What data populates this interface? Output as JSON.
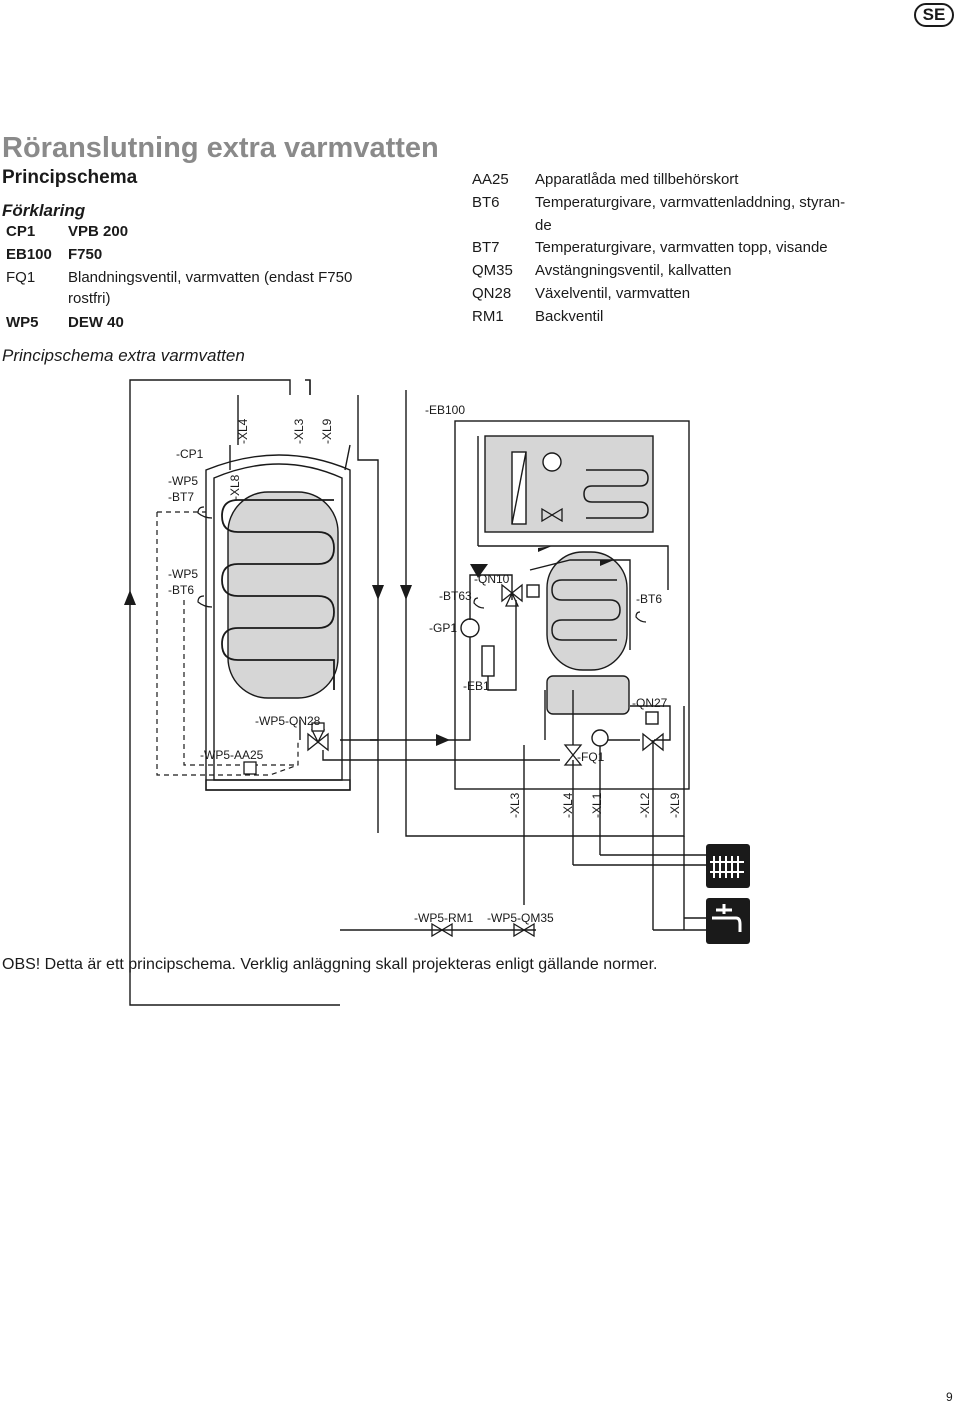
{
  "header": {
    "lang_badge": "SE"
  },
  "title": "Röranslutning extra varmvatten",
  "subtitle": "Principschema",
  "legend": {
    "title": "Förklaring",
    "items": [
      {
        "key": "CP1",
        "value": "VPB 200"
      },
      {
        "key": "EB100",
        "value": "F750"
      },
      {
        "key": "FQ1",
        "value": "Blandningsventil, varmvatten (endast F750",
        "value_line2": "rostfri)"
      },
      {
        "key": "WP5",
        "value": "DEW 40"
      }
    ],
    "items_right": [
      {
        "key": "AA25",
        "value": "Apparatlåda med tillbehörskort"
      },
      {
        "key": "BT6",
        "value": "Temperaturgivare, varmvattenladdning, styran-",
        "value_line2": "de"
      },
      {
        "key": "BT7",
        "value": "Temperaturgivare, varmvatten topp, visande"
      },
      {
        "key": "QM35",
        "value": "Avstängningsventil, kallvatten"
      },
      {
        "key": "QN28",
        "value": "Växelventil, varmvatten"
      },
      {
        "key": "RM1",
        "value": "Backventil"
      }
    ]
  },
  "diagram": {
    "title": "Principschema extra varmvatten",
    "labels": {
      "cp1": "-CP1",
      "xl4_top": "-XL4",
      "xl3_top": "-XL3",
      "xl9_top": "-XL9",
      "xl8": "-XL8",
      "wp5": "-WP5",
      "bt7": "-BT7",
      "wp5_b": "-WP5",
      "bt6_left": "-BT6",
      "wp5_qn28": "-WP5-QN28",
      "wp5_aa25": "-WP5-AA25",
      "eb100": "-EB100",
      "qn10": "-QN10",
      "bt63": "-BT63",
      "bt6_right": "-BT6",
      "gp1": "-GP1",
      "eb1": "-EB1",
      "qn27": "-QN27",
      "fq1": "-FQ1",
      "xl3_bottom": "-XL3",
      "xl4_bottom": "-XL4",
      "xl1_bottom": "-XL1",
      "xl2_bottom": "-XL2",
      "xl9_bottom": "-XL9",
      "wp5_rm1": "-WP5-RM1",
      "wp5_qm35": "-WP5-QM35"
    },
    "icons": [
      "radiator-icon",
      "water-tap-icon"
    ]
  },
  "note": "OBS! Detta är ett principschema. Verklig anläggning skall projekteras enligt gällande normer.",
  "page_number": "9"
}
